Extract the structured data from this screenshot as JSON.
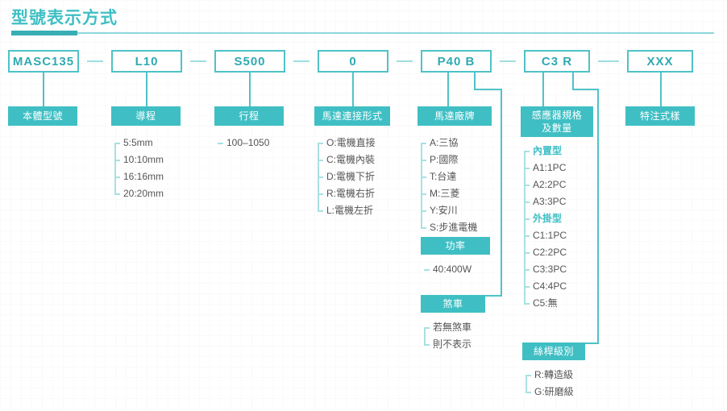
{
  "header": {
    "title": "型號表示方式",
    "accent_color": "#36AEB4",
    "rule_color": "#8FD8DC"
  },
  "theme": {
    "teal": "#3FBFC4",
    "teal_dark": "#2FAAB1",
    "teal_light": "#A9E0E2",
    "text_gray": "#555555"
  },
  "code_boxes": [
    {
      "code": "MASC135"
    },
    {
      "code": "L10"
    },
    {
      "code": "S500"
    },
    {
      "code": "0"
    },
    {
      "code": "P40 B"
    },
    {
      "code": "C3 R"
    },
    {
      "code": "XXX"
    }
  ],
  "columns": [
    {
      "header": "本體型號",
      "options": []
    },
    {
      "header": "導程",
      "options": [
        {
          "text": "5:5mm",
          "group": false
        },
        {
          "text": "10:10mm",
          "group": false
        },
        {
          "text": "16:16mm",
          "group": false
        },
        {
          "text": "20:20mm",
          "group": false
        }
      ]
    },
    {
      "header": "行程",
      "options": [
        {
          "text": "100–1050",
          "group": false
        }
      ]
    },
    {
      "header": "馬達連接形式",
      "options": [
        {
          "text": "O:電機直接",
          "group": false
        },
        {
          "text": "C:電機內裝",
          "group": false
        },
        {
          "text": "D:電機下折",
          "group": false
        },
        {
          "text": "R:電機右折",
          "group": false
        },
        {
          "text": "L:電機左折",
          "group": false
        }
      ]
    },
    {
      "header": "馬達廠牌",
      "options": [
        {
          "text": "A:三協",
          "group": false
        },
        {
          "text": "P:國際",
          "group": false
        },
        {
          "text": "T:台達",
          "group": false
        },
        {
          "text": "M:三菱",
          "group": false
        },
        {
          "text": "Y:安川",
          "group": false
        },
        {
          "text": "S:步進電機",
          "group": false
        }
      ]
    },
    {
      "header": "感應器規格\n及數量",
      "options": [
        {
          "text": "內置型",
          "group": true
        },
        {
          "text": "A1:1PC",
          "group": false
        },
        {
          "text": "A2:2PC",
          "group": false
        },
        {
          "text": "A3:3PC",
          "group": false
        },
        {
          "text": "外掛型",
          "group": true
        },
        {
          "text": "C1:1PC",
          "group": false
        },
        {
          "text": "C2:2PC",
          "group": false
        },
        {
          "text": "C3:3PC",
          "group": false
        },
        {
          "text": "C4:4PC",
          "group": false
        },
        {
          "text": "C5:無",
          "group": false
        }
      ]
    },
    {
      "header": "特注式樣",
      "options": []
    }
  ],
  "sub_blocks": [
    {
      "header": "功率",
      "options": [
        {
          "text": "40:400W",
          "group": false
        }
      ]
    },
    {
      "header": "煞車",
      "options": [
        {
          "text": "若無煞車",
          "group": false
        },
        {
          "text": "則不表示",
          "group": false
        }
      ]
    },
    {
      "header": "絲桿級別",
      "options": [
        {
          "text": "R:轉造級",
          "group": false
        },
        {
          "text": "G:研磨級",
          "group": false
        }
      ]
    }
  ]
}
